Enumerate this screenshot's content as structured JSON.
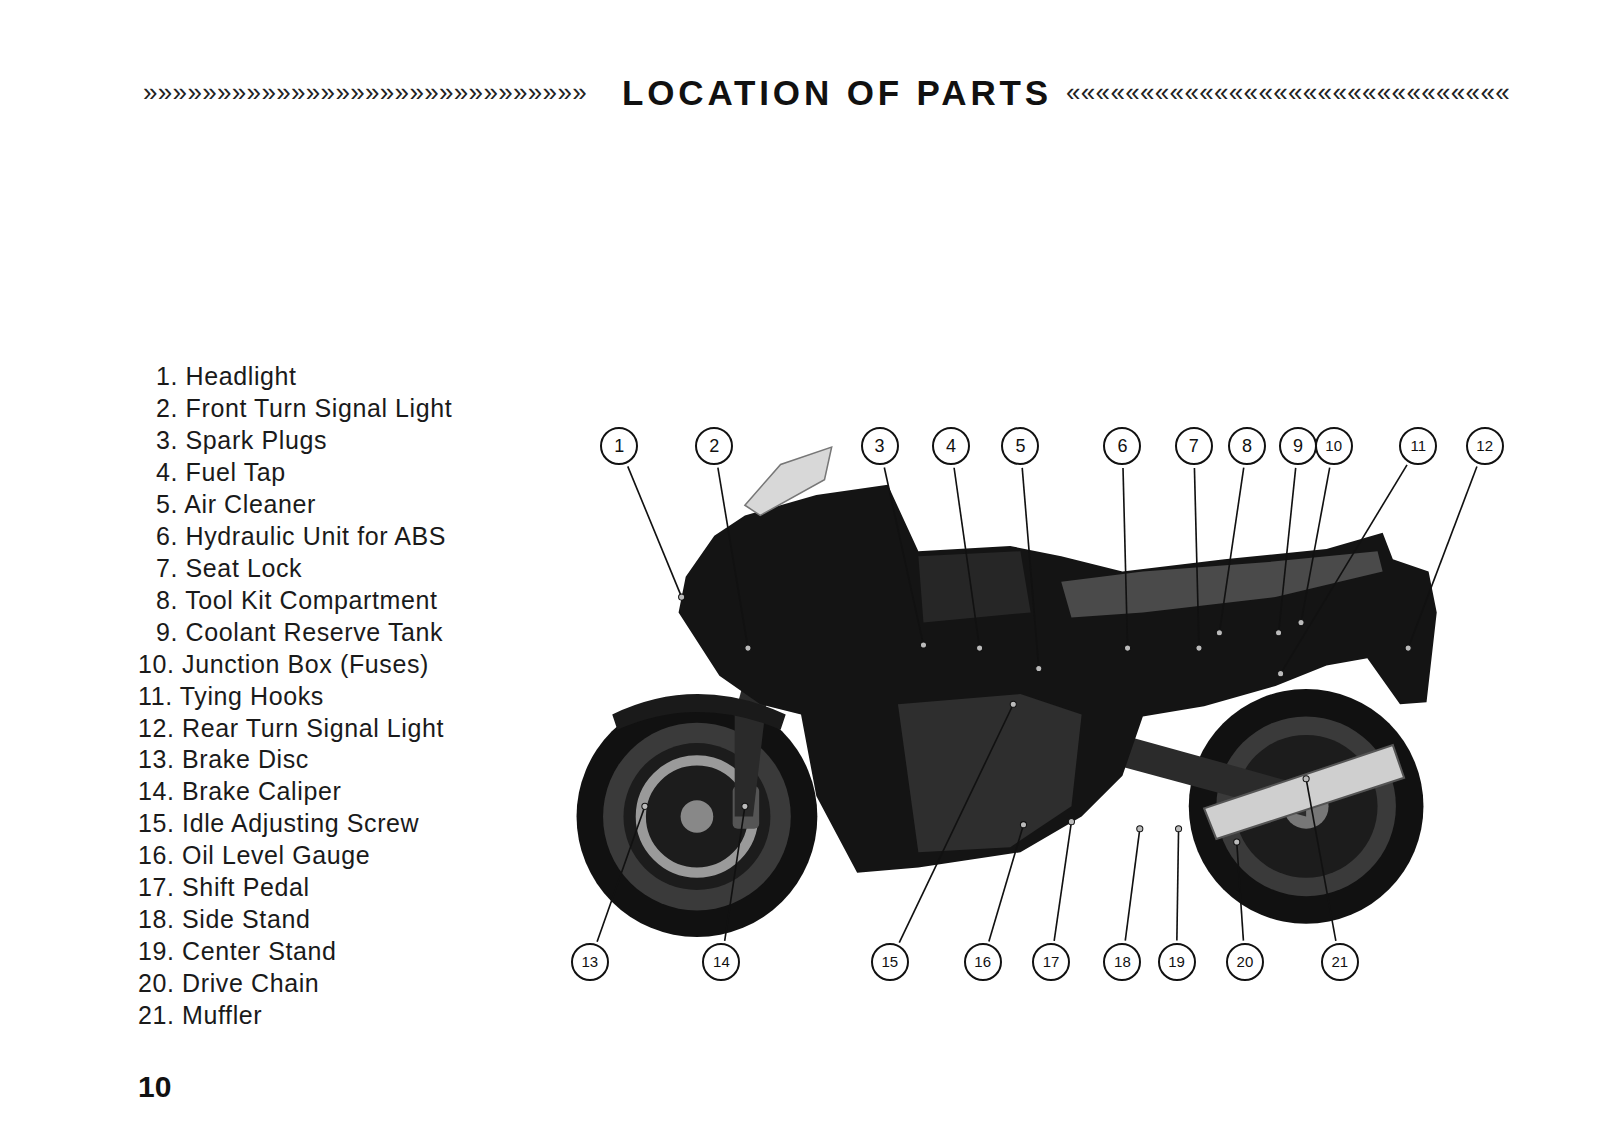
{
  "diagram": {
    "title": "LOCATION OF PARTS",
    "labels": [
      "»»»»»»»»»»»»»»»»»»»»»»»»»»»»»»",
      "««««««««««««««««««««««««««««««",
      "1. Headlight",
      "2. Front Turn Signal Light",
      "3. Spark Plugs",
      "4. Fuel Tap",
      "5. Air Cleaner",
      "6. Hydraulic Unit for ABS",
      "7. Seat Lock",
      "8. Tool Kit Compartment",
      "9. Coolant Reserve Tank",
      "10. Junction Box (Fuses)",
      "11. Tying Hooks",
      "12. Rear Turn Signal Light",
      "13. Brake Disc",
      "14. Brake Caliper",
      "15. Idle Adjusting Screw",
      "16. Oil Level Gauge",
      "17. Shift Pedal",
      "18. Side Stand",
      "19. Center Stand",
      "20. Drive Chain",
      "21. Muffler",
      "1",
      "2",
      "3",
      "4",
      "5",
      "6",
      "7",
      "8",
      "9",
      "10",
      "11",
      "12",
      "13",
      "14",
      "15",
      "16",
      "17",
      "18",
      "19",
      "20",
      "21",
      "10"
    ]
  }
}
